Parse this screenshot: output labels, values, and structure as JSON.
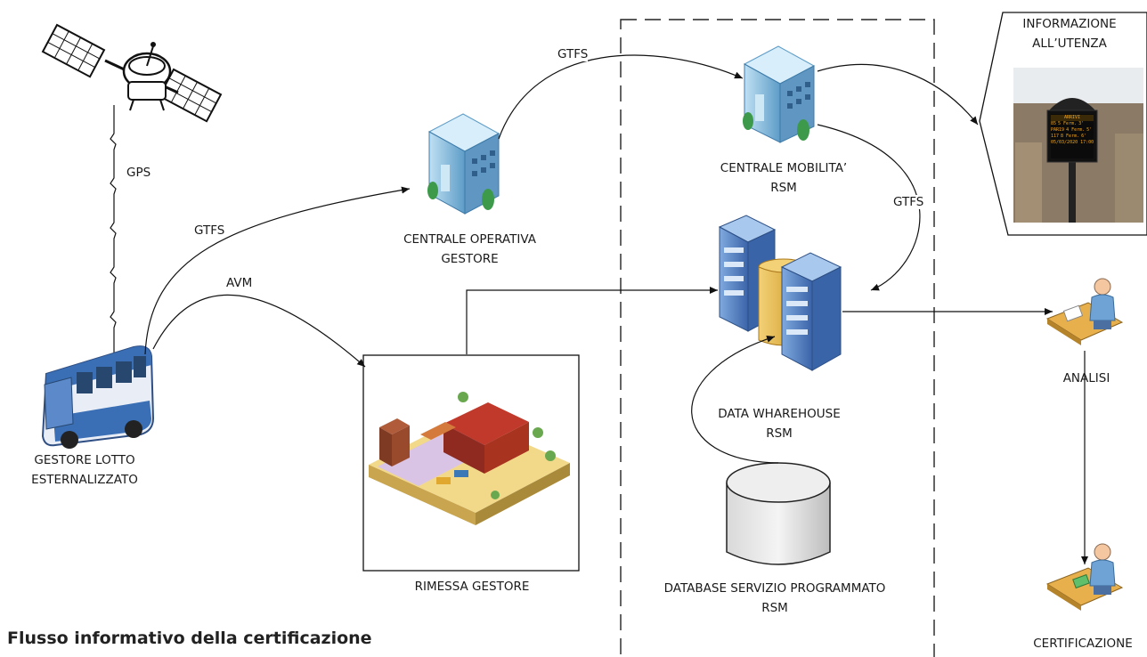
{
  "caption": "Flusso informativo della certificazione",
  "nodes": {
    "bus": {
      "line1": "GESTORE LOTTO",
      "line2": "ESTERNALIZZATO"
    },
    "centrale_operativa": {
      "line1": "CENTRALE OPERATIVA",
      "line2": "GESTORE"
    },
    "centrale_mobilita": {
      "line1": "CENTRALE MOBILITA’",
      "line2": "RSM"
    },
    "data_warehouse": {
      "line1": "DATA WHAREHOUSE",
      "line2": "RSM"
    },
    "database": {
      "line1": "DATABASE SERVIZIO PROGRAMMATO",
      "line2": "RSM"
    },
    "rimessa": {
      "line1": "RIMESSA GESTORE"
    },
    "informazione": {
      "line1": "INFORMAZIONE",
      "line2": "ALL’UTENZA"
    },
    "analisi": {
      "line1": "ANALISI"
    },
    "certificazione": {
      "line1": "CERTIFICAZIONE"
    }
  },
  "edges": {
    "gps": "GPS",
    "gtfs_bus_centrale": "GTFS",
    "avm": "AVM",
    "gtfs_operativa_mobilita": "GTFS",
    "gtfs_mobilita_dw": "GTFS"
  },
  "display": {
    "headline": "ARRIVI",
    "rows": [
      {
        "line": "85",
        "dest": "5 Ferm.",
        "time": "3'"
      },
      {
        "line": "PAR19",
        "dest": "4 Ferm.",
        "time": "5'"
      },
      {
        "line": "117",
        "dest": "8 Ferm.",
        "time": "6'"
      }
    ],
    "footer_date": "05/03/2020",
    "footer_time": "17:00"
  },
  "colors": {
    "server_blue": "#4d7fc4",
    "cylinder_yellow": "#e8b93a",
    "building_cyan": "#7fb6d9",
    "bus_blue": "#3a6fb6",
    "roof_red": "#c0392b"
  }
}
